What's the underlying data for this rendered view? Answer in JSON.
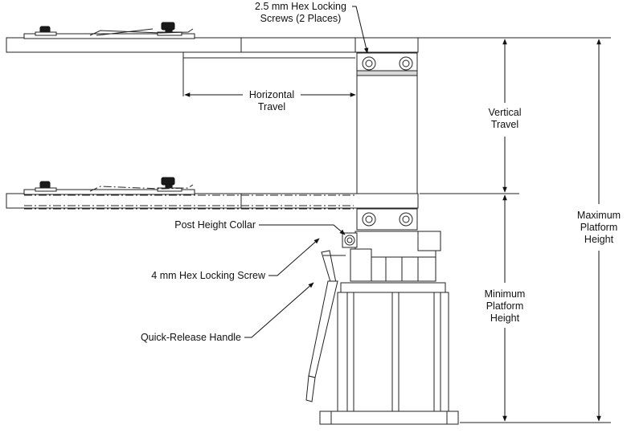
{
  "labels": {
    "hex_locking_screws_line1": "2.5 mm Hex Locking",
    "hex_locking_screws_line2": "Screws (2 Places)",
    "horizontal_travel_line1": "Horizontal",
    "horizontal_travel_line2": "Travel",
    "vertical_travel_line1": "Vertical",
    "vertical_travel_line2": "Travel",
    "maximum_platform_height_line1": "Maximum",
    "maximum_platform_height_line2": "Platform",
    "maximum_platform_height_line3": "Height",
    "minimum_platform_height_line1": "Minimum",
    "minimum_platform_height_line2": "Platform",
    "minimum_platform_height_line3": "Height",
    "post_height_collar": "Post Height Collar",
    "hex_locking_screw_4mm": "4 mm Hex Locking Screw",
    "quick_release_handle": "Quick-Release Handle"
  },
  "colors": {
    "line": "#222222",
    "dark_part": "#1a1a1a",
    "shade": "#d8d8d8"
  }
}
